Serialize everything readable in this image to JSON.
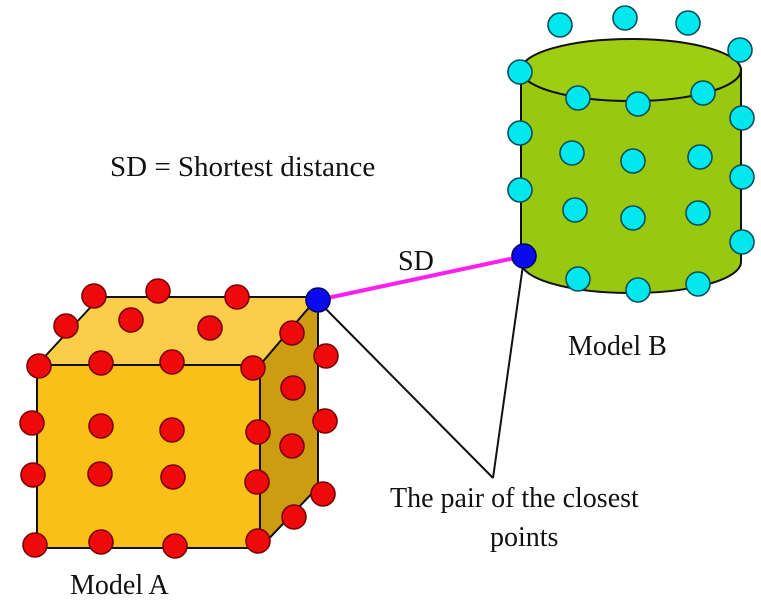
{
  "labels": {
    "definition": "SD = Shortest distance",
    "sd": "SD",
    "model_a": "Model A",
    "model_b": "Model B",
    "closest_line1": "The pair of the closest",
    "closest_line2": "points"
  },
  "colors": {
    "cube_front": "#f9c018",
    "cube_top": "#fbcd48",
    "cube_side": "#cc9c12",
    "cylinder_body": "#98c810",
    "cylinder_top": "#9fcd12",
    "red_point": "#ee0a0a",
    "cyan_point": "#00e7ee",
    "closest_point": "#0a0aee",
    "sd_line": "#ff1ef0",
    "pointer_line": "#111111"
  }
}
